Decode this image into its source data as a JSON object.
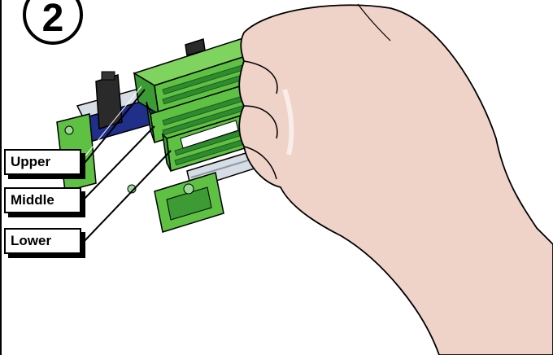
{
  "step": {
    "number": "2"
  },
  "labels": {
    "upper": "Upper",
    "middle": "Middle",
    "lower": "Lower"
  },
  "colors": {
    "terminal_green": "#5fc143",
    "terminal_dark_green": "#2e8b2e",
    "skin": "#efd2c8",
    "rail_silver": "#d6dde4",
    "rail_blue": "#1f2f8a",
    "connector_black": "#2a2a2a",
    "outline": "#000000"
  },
  "icons": [
    "hand-illustration",
    "terminal-block-illustration",
    "ribbon-connector-icon",
    "screw-icon"
  ]
}
